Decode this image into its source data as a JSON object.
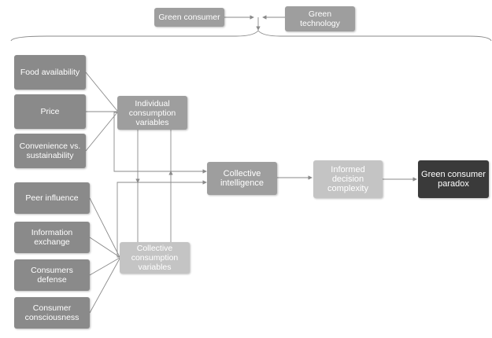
{
  "top": {
    "green_consumer": "Green consumer",
    "green_technology": "Green technology"
  },
  "individual_factors": {
    "food_availability": "Food availability",
    "price": "Price",
    "convenience": "Convenience vs. sustainability"
  },
  "collective_factors": {
    "peer_influence": "Peer influence",
    "information_exchange": "Information exchange",
    "consumers_defense": "Consumers defense",
    "consumer_consciousness": "Consumer consciousness"
  },
  "middle": {
    "individual_variables": "Individual consumption variables",
    "collective_variables": "Collective consumption variables"
  },
  "outcome": {
    "collective_intelligence": "Collective intelligence",
    "informed_decision": "Informed decision complexity",
    "paradox": "Green consumer paradox"
  },
  "colors": {
    "factor_box": "#8a8a8a",
    "variable_box": "#9e9e9e",
    "light_box": "#c4c4c4",
    "paradox_box": "#3a3a3a",
    "connector": "#8a8a8a"
  }
}
